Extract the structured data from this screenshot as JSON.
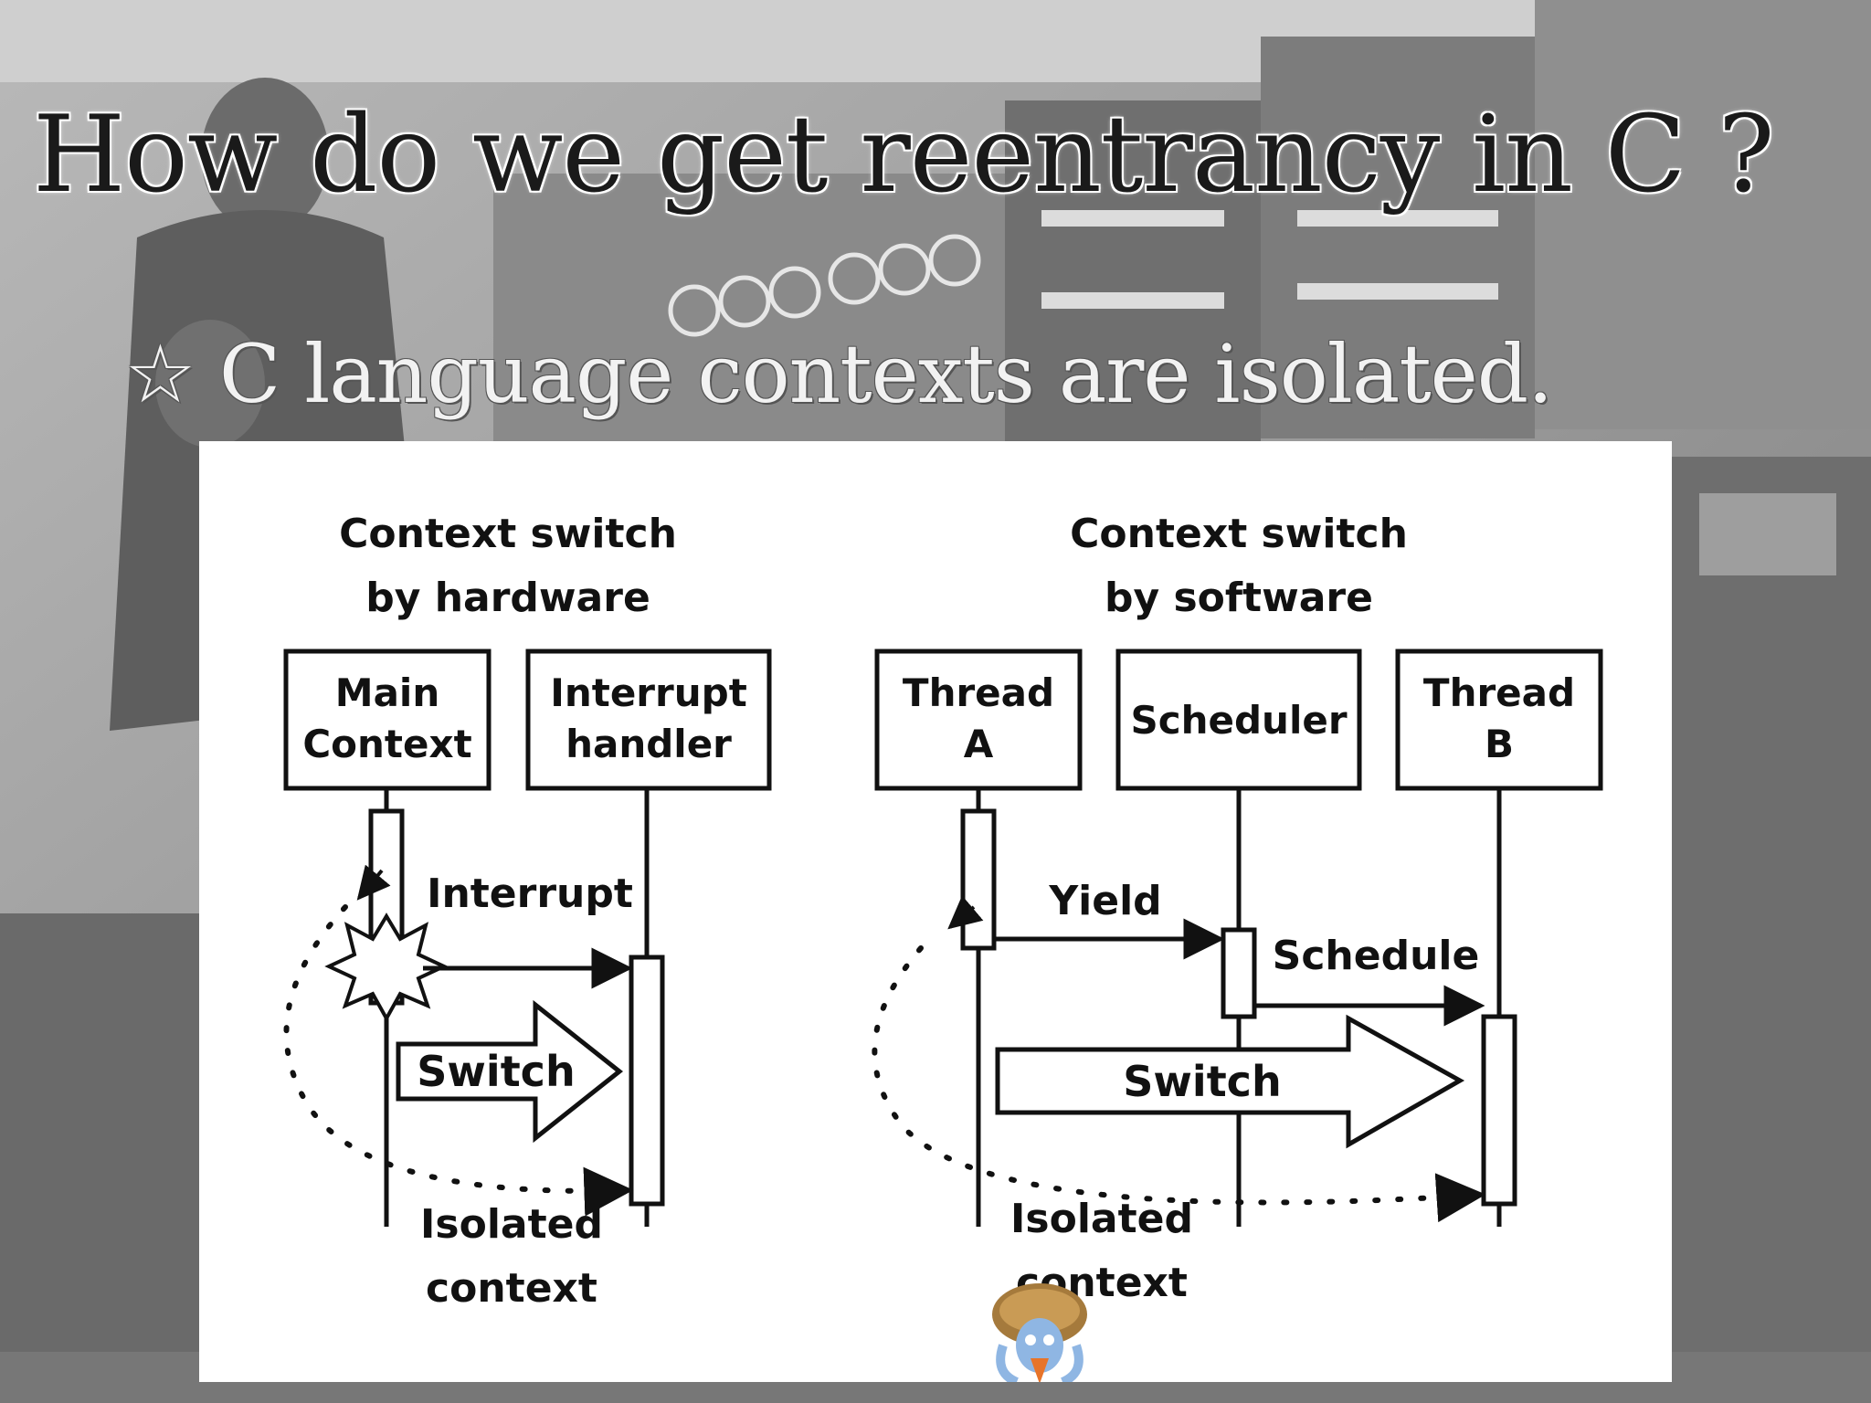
{
  "slide": {
    "title": "How do we get reentrancy in C ?",
    "bullet_mark": "☆",
    "bullet_text": "C language contexts are isolated."
  },
  "diagram": {
    "hardware": {
      "heading_line1": "Context switch",
      "heading_line2": "by hardware",
      "box_main_line1": "Main",
      "box_main_line2": "Context",
      "box_interrupt_line1": "Interrupt",
      "box_interrupt_line2": "handler",
      "label_interrupt": "Interrupt",
      "label_switch": "Switch",
      "label_isolated_line1": "Isolated",
      "label_isolated_line2": "context"
    },
    "software": {
      "heading_line1": "Context switch",
      "heading_line2": "by software",
      "box_thread_a_line1": "Thread",
      "box_thread_a_line2": "A",
      "box_scheduler": "Scheduler",
      "box_thread_b_line1": "Thread",
      "box_thread_b_line2": "B",
      "label_yield": "Yield",
      "label_schedule": "Schedule",
      "label_switch": "Switch",
      "label_isolated_line1": "Isolated",
      "label_isolated_line2": "context"
    }
  },
  "colors": {
    "ink": "#111111",
    "title_text": "#1a1a1a",
    "bullet_text": "#f2f2f2",
    "panel": "#ffffff"
  }
}
